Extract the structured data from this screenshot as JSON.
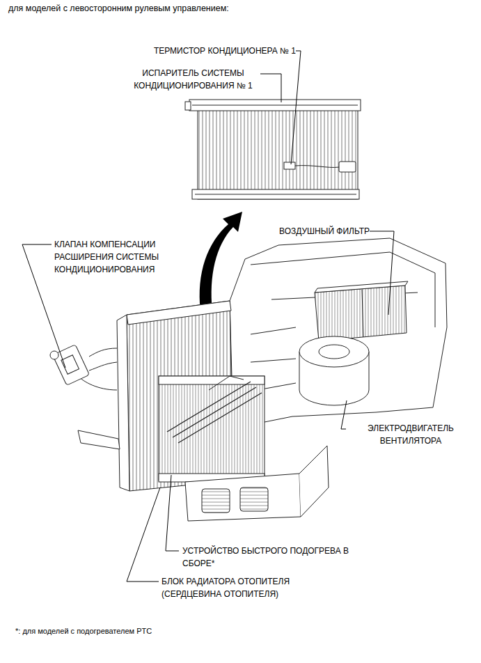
{
  "diagram": {
    "title": "для моделей с левосторонним рулевым управлением:",
    "caption": "*: для моделей с подогревателем PTC",
    "labels": [
      "ТЕРМИСТОР КОНДИЦИОНЕРА № 1",
      "ИСПАРИТЕЛЬ СИСТЕМЫ КОНДИЦИОНИРОВАНИЯ № 1",
      "КЛАПАН КОМПЕНСАЦИИ РАСШИРЕНИЯ СИСТЕМЫ КОНДИЦИОНИРОВАНИЯ",
      "ВОЗДУШНЫЙ ФИЛЬТР",
      "ЭЛЕКТРОДВИГАТЕЛЬ ВЕНТИЛЯТОРА",
      "УСТРОЙСТВО БЫСТРОГО ПОДОГРЕВА В СБОРЕ*",
      "БЛОК РАДИАТОРА ОТОПИТЕЛЯ (СЕРДЦЕВИНА ОТОПИТЕЛЯ)"
    ]
  }
}
